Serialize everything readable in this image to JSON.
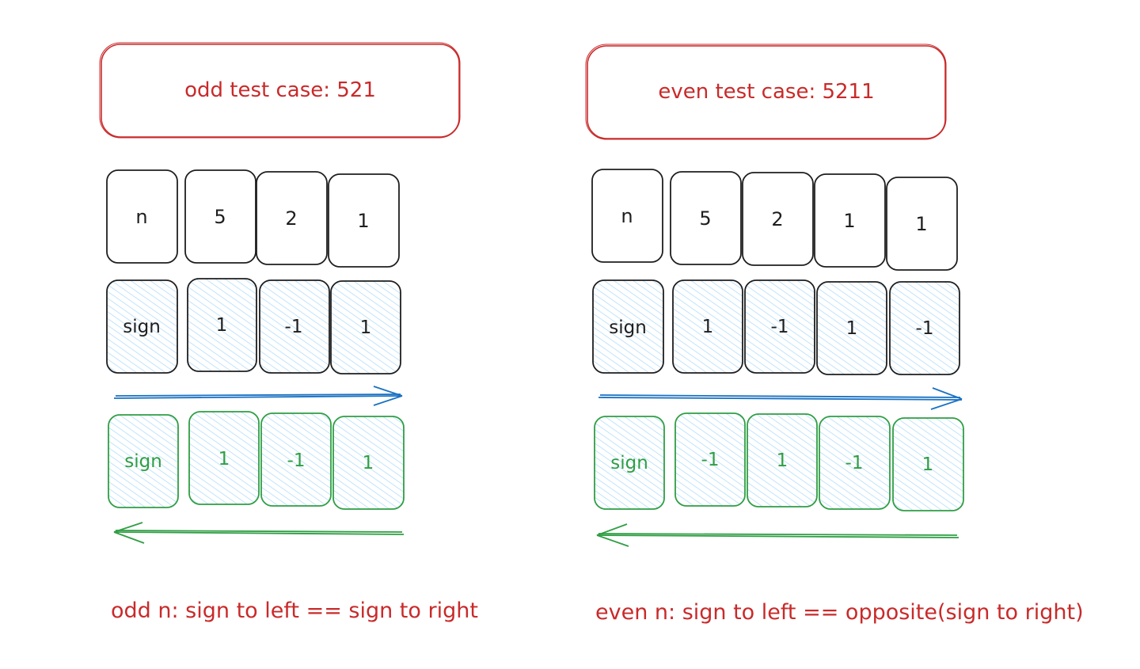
{
  "colors": {
    "red": "#c92a2a",
    "black": "#1e1e1e",
    "blue": "#1971c2",
    "green": "#2f9e44",
    "hatch": "#a5d8ff"
  },
  "panels": [
    {
      "id": "odd",
      "title": "odd test case: 521",
      "n_row": [
        "n",
        "5",
        "2",
        "1"
      ],
      "sign_row": [
        "sign",
        "1",
        "-1",
        "1"
      ],
      "result_row": [
        "sign",
        "1",
        "-1",
        "1"
      ],
      "arrow_right_label": "",
      "caption": "odd n: sign to left == sign to right"
    },
    {
      "id": "even",
      "title": "even test case: 5211",
      "n_row": [
        "n",
        "5",
        "2",
        "1",
        "1"
      ],
      "sign_row": [
        "sign",
        "1",
        "-1",
        "1",
        "-1"
      ],
      "result_row": [
        "sign",
        "-1",
        "1",
        "-1",
        "1"
      ],
      "arrow_right_label": "",
      "caption": "even n: sign to left == opposite(sign to right)"
    }
  ]
}
